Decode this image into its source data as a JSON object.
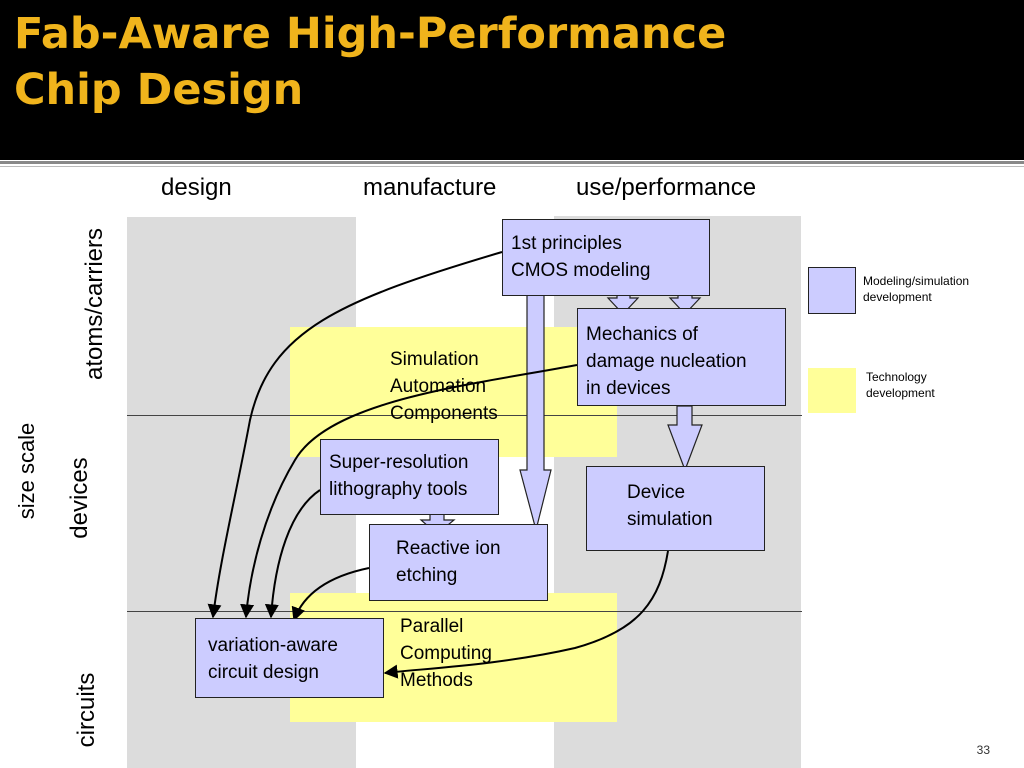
{
  "slide": {
    "title_line1": "Fab-Aware High-Performance",
    "title_line2": "Chip Design",
    "page_number": "33"
  },
  "columns": {
    "design": "design",
    "manufacture": "manufacture",
    "use": "use/performance"
  },
  "rows": {
    "atoms": "atoms/carriers",
    "devices": "devices",
    "circuits": "circuits",
    "axis": "size scale"
  },
  "boxes": {
    "first_principles": [
      "1st principles",
      "CMOS modeling"
    ],
    "mechanics": [
      "Mechanics of",
      "damage nucleation",
      "in devices"
    ],
    "super_resolution": [
      "Super-resolution",
      "lithography tools"
    ],
    "reactive_ion": [
      "Reactive ion",
      "etching"
    ],
    "device_sim": [
      "Device",
      "simulation"
    ],
    "variation_aware": [
      "variation-aware",
      "circuit design"
    ]
  },
  "bands": {
    "simulation_automation": [
      "Simulation",
      "Automation",
      "Components"
    ],
    "parallel_computing": [
      "Parallel",
      "Computing",
      "Methods"
    ]
  },
  "legend": {
    "modeling": [
      "Modeling/simulation",
      "development"
    ],
    "technology": [
      "Technology",
      "development"
    ]
  },
  "colors": {
    "title": "#f0b41c",
    "modeling_box": "#ccccff",
    "technology_band": "#ffff99",
    "column_shade": "#dcdcdc"
  }
}
